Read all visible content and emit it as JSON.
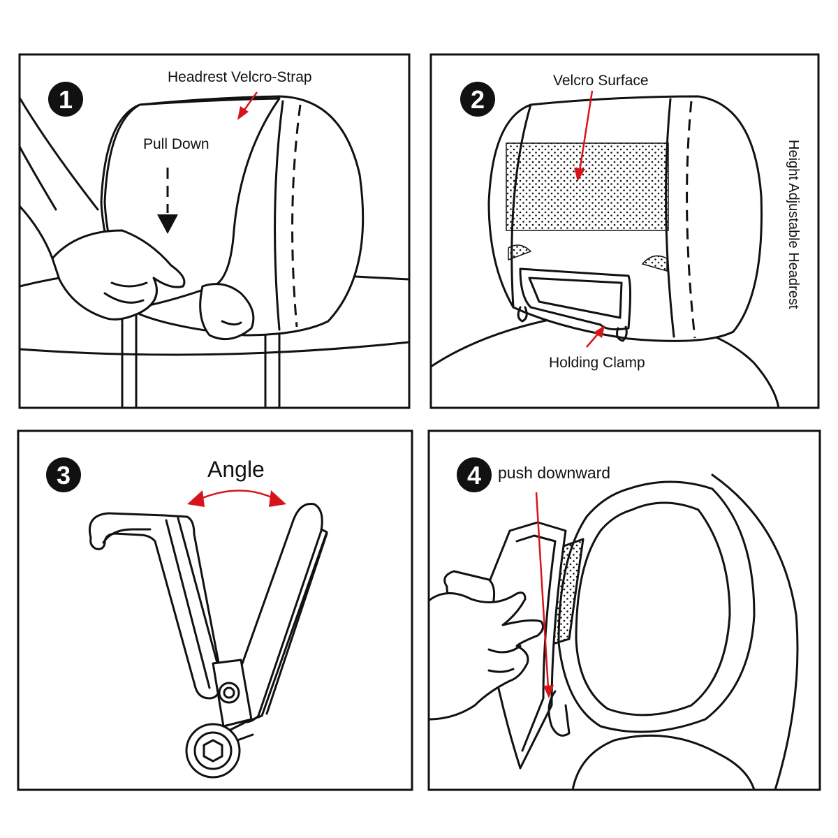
{
  "panels": [
    {
      "step": "1",
      "labels": {
        "strap": "Headrest Velcro-Strap",
        "pull": "Pull Down"
      }
    },
    {
      "step": "2",
      "labels": {
        "velcro": "Velcro Surface",
        "clamp": "Holding Clamp",
        "side": "Height Adjustable Headrest"
      }
    },
    {
      "step": "3",
      "labels": {
        "angle": "Angle"
      }
    },
    {
      "step": "4",
      "labels": {
        "push": "push downward"
      }
    }
  ],
  "colors": {
    "arrow": "#d8141b",
    "line": "#111111",
    "badge": "#111111"
  }
}
